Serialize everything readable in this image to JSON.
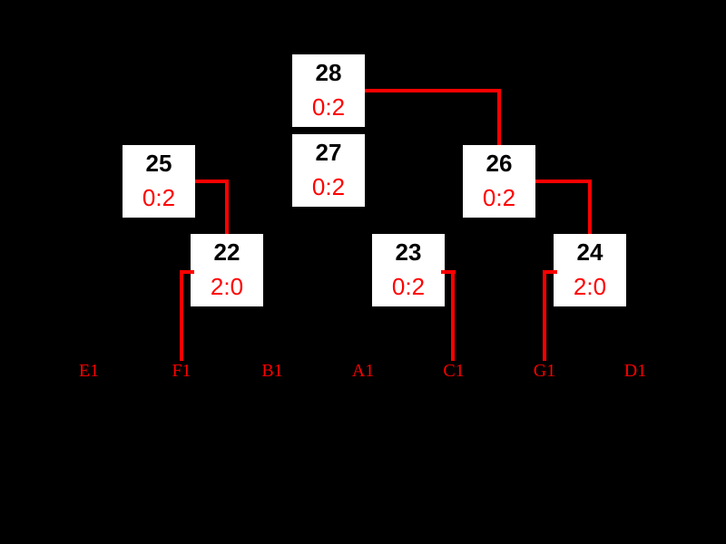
{
  "page": {
    "background_color": "#000000"
  },
  "bracket": {
    "type": "tournament-bracket",
    "colors": {
      "line": "#ff0000",
      "box_background": "#ffffff",
      "match_number": "#000000",
      "score": "#ff0000",
      "seed_label": "#ff0000"
    },
    "matches": [
      {
        "number": "28",
        "score": "0:2"
      },
      {
        "number": "27",
        "score": "0:2"
      },
      {
        "number": "25",
        "score": "0:2"
      },
      {
        "number": "26",
        "score": "0:2"
      },
      {
        "number": "22",
        "score": "2:0"
      },
      {
        "number": "23",
        "score": "0:2"
      },
      {
        "number": "24",
        "score": "2:0"
      }
    ],
    "seed_labels": [
      "E1",
      "F1",
      "B1",
      "A1",
      "C1",
      "G1",
      "D1"
    ],
    "connections": [
      {
        "from": "28",
        "to": "26"
      },
      {
        "from": "25",
        "to": "22"
      },
      {
        "from": "26",
        "to": "24"
      },
      {
        "from": "22",
        "to": "F1"
      },
      {
        "from": "23",
        "to": "C1"
      },
      {
        "from": "24",
        "to": "G1"
      }
    ]
  }
}
